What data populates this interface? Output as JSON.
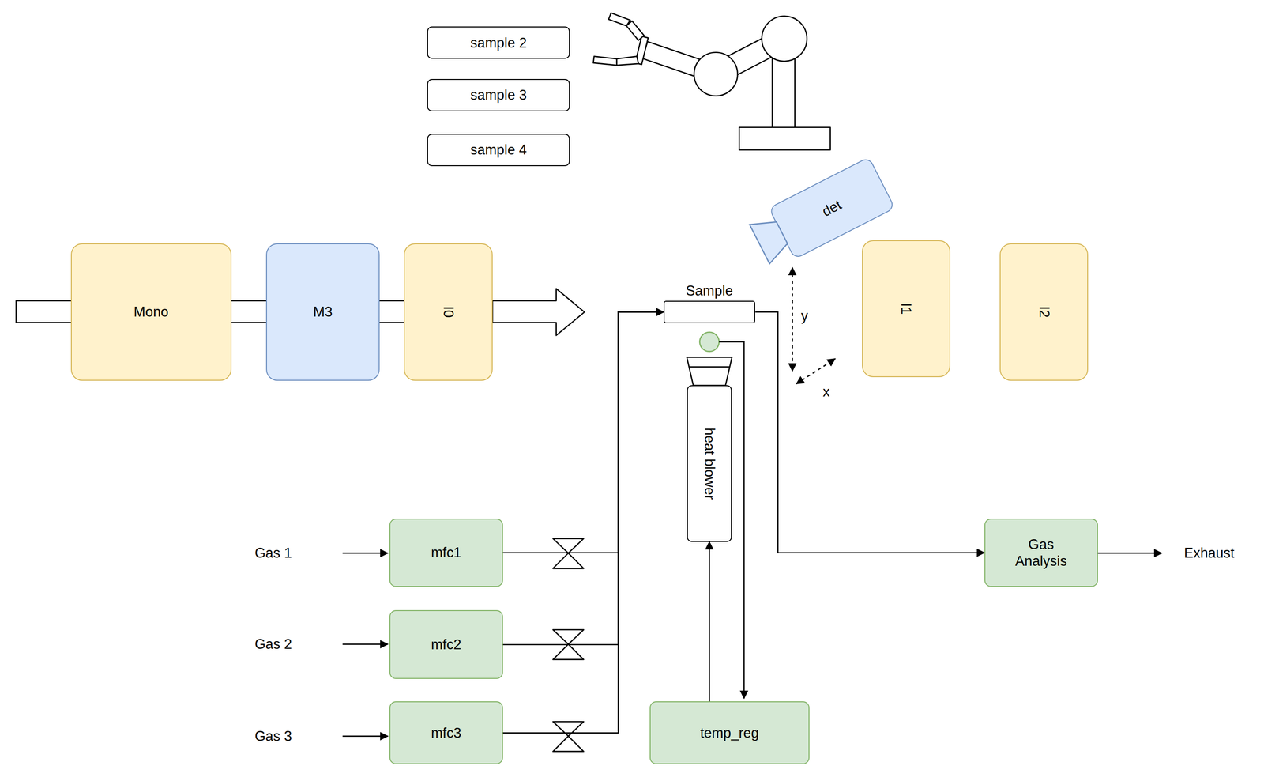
{
  "diagram": {
    "nodes": [
      {
        "text": [
          "sample 2"
        ]
      },
      {
        "text": [
          "sample 3"
        ]
      },
      {
        "text": [
          "sample 4"
        ]
      },
      {
        "text": [
          "det"
        ]
      },
      {
        "text": [
          "Mono"
        ]
      },
      {
        "text": [
          "M3"
        ]
      },
      {
        "text": [
          "I0"
        ]
      },
      {
        "text": [
          "Sample"
        ]
      },
      {
        "text": [
          "heat blower"
        ]
      },
      {
        "text": [
          "I1"
        ]
      },
      {
        "text": [
          "I2"
        ]
      },
      {
        "text": [
          "mfc1"
        ]
      },
      {
        "text": [
          "mfc2"
        ]
      },
      {
        "text": [
          "mfc3"
        ]
      },
      {
        "text": [
          "temp_reg"
        ]
      },
      {
        "text": [
          "Gas Analysis"
        ]
      }
    ],
    "edges": [
      {
        "from": 11,
        "to": 7,
        "arrow": "to"
      },
      {
        "from": 12,
        "to": 7,
        "arrow": "to"
      },
      {
        "from": 13,
        "to": 7,
        "arrow": "to"
      },
      {
        "from": 7,
        "to": 15,
        "arrow": "to"
      },
      {
        "from": 14,
        "to": 8,
        "arrow": "to"
      }
    ],
    "labels": [
      "y",
      "x",
      "Gas 1",
      "Gas 2",
      "Gas 3",
      "Exhaust"
    ]
  }
}
